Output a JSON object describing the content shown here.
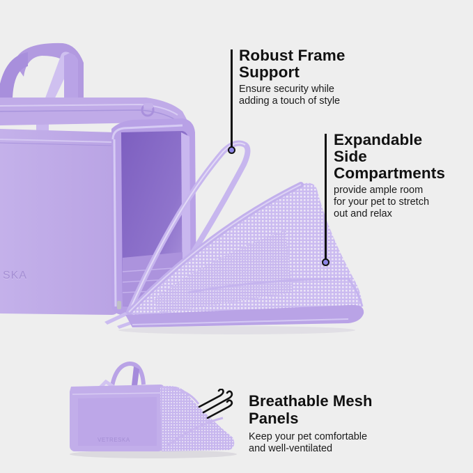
{
  "colors": {
    "background": "#eeeeee",
    "bag_primary": "#c2aee9",
    "bag_shadow": "#9c86d6",
    "bag_interior": "#8a6fc9",
    "mesh": "#c9b8ef",
    "leader_line": "#111111",
    "dot_fill": "#8e86e6"
  },
  "product": {
    "brand_partial_large": "SKA",
    "brand_small": "VETRESKA"
  },
  "callouts": [
    {
      "title_line1": "Robust Frame",
      "title_line2": "Support",
      "desc_line1": "Ensure security while",
      "desc_line2": "adding a touch of style"
    },
    {
      "title_line1": "Expandable",
      "title_line2": "Side",
      "title_line3": "Compartments",
      "desc_line1": "provide ample room",
      "desc_line2": "for your pet to stretch",
      "desc_line3": "out and relax"
    },
    {
      "title_line1": "Breathable Mesh",
      "title_line2": "Panels",
      "desc_line1": "Keep your pet comfortable",
      "desc_line2": "and well-ventilated",
      "icon": "wind-icon"
    }
  ]
}
